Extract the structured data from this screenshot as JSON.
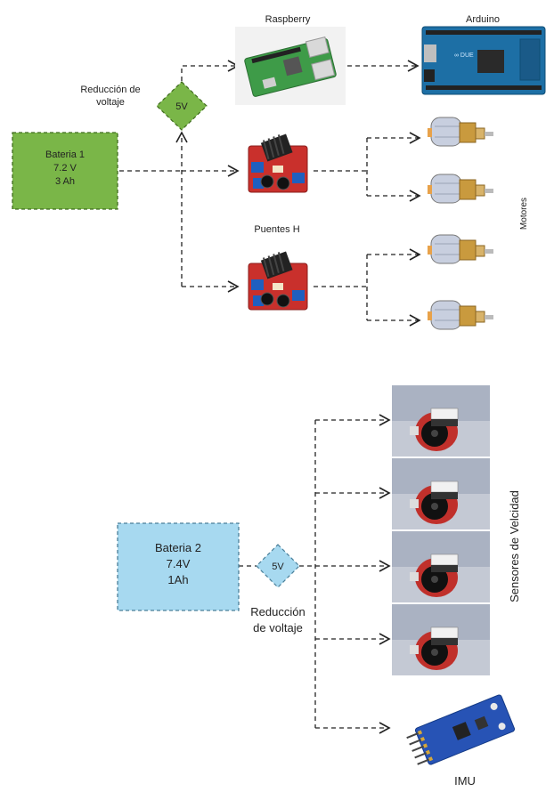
{
  "top": {
    "raspberry_label": "Raspberry",
    "arduino_label": "Arduino",
    "reduction_label_line1": "Reducción de",
    "reduction_label_line2": "voltaje",
    "regulator_label": "5V",
    "battery": {
      "line1": "Bateria 1",
      "line2": "7.2 V",
      "line3": "3 Ah"
    },
    "hbridge_label": "Puentes H",
    "motors_label": "Motores"
  },
  "bottom": {
    "battery": {
      "line1": "Bateria 2",
      "line2": "7.4V",
      "line3": "1Ah"
    },
    "regulator_label": "5V",
    "reduction_label_line1": "Reducción",
    "reduction_label_line2": "de voltaje",
    "sensors_label": "Sensores de Velcidad",
    "imu_label": "IMU"
  },
  "colors": {
    "battery1_fill": "#7ab648",
    "battery2_fill": "#a7d9f0",
    "regulator1_fill": "#7ab648",
    "regulator2_fill": "#a7d9f0",
    "connector_stroke": "#222222"
  },
  "icons": [
    "raspberry-pi-board",
    "arduino-board",
    "h-bridge-module",
    "dc-gear-motor",
    "speed-sensor-photo",
    "imu-module"
  ]
}
